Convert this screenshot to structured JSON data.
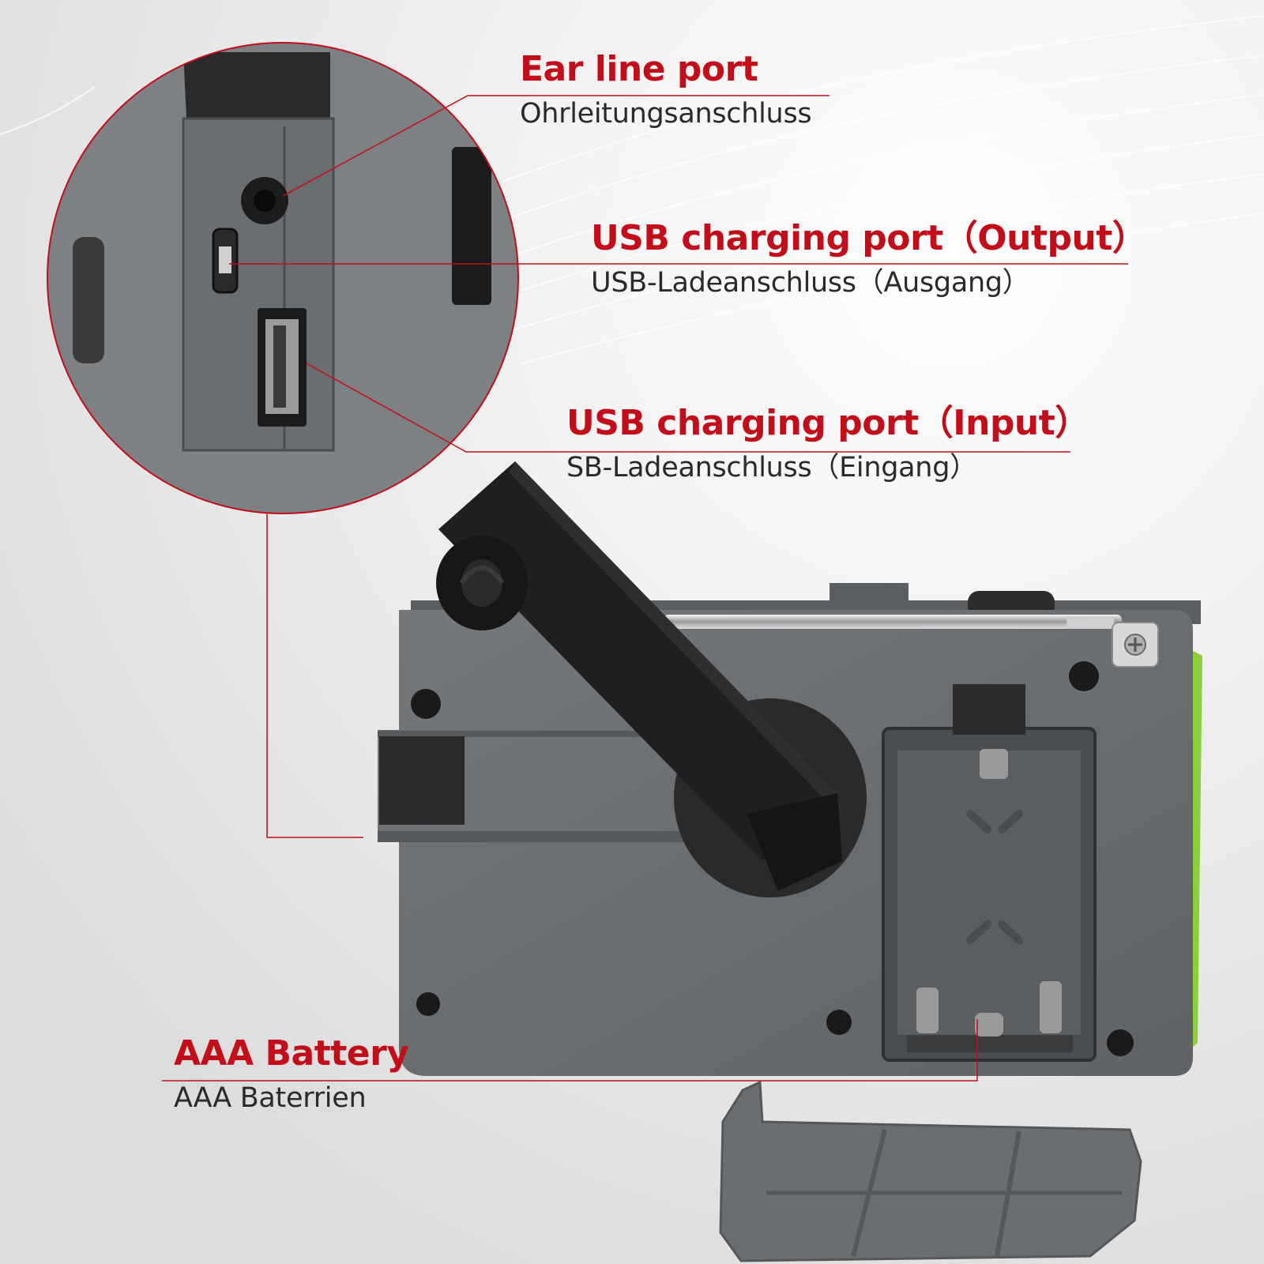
{
  "callouts": {
    "ear_line_port": {
      "title": "Ear line port",
      "subtitle": "Ohrleitungsanschluss"
    },
    "usb_output": {
      "title": "USB charging port（Output）",
      "subtitle": "USB-Ladeanschluss（Ausgang）"
    },
    "usb_input": {
      "title": "USB charging port（Input）",
      "subtitle": "SB-Ladeanschluss（Eingang）"
    },
    "aaa_battery": {
      "title": "AAA Battery",
      "subtitle": "AAA Baterrien"
    }
  },
  "colors": {
    "accent_red": "#c20e1a",
    "background": "#ececec",
    "device_gray": "#6c7073",
    "handle_black": "#1f1f1f",
    "side_green": "#8ccf3a"
  }
}
